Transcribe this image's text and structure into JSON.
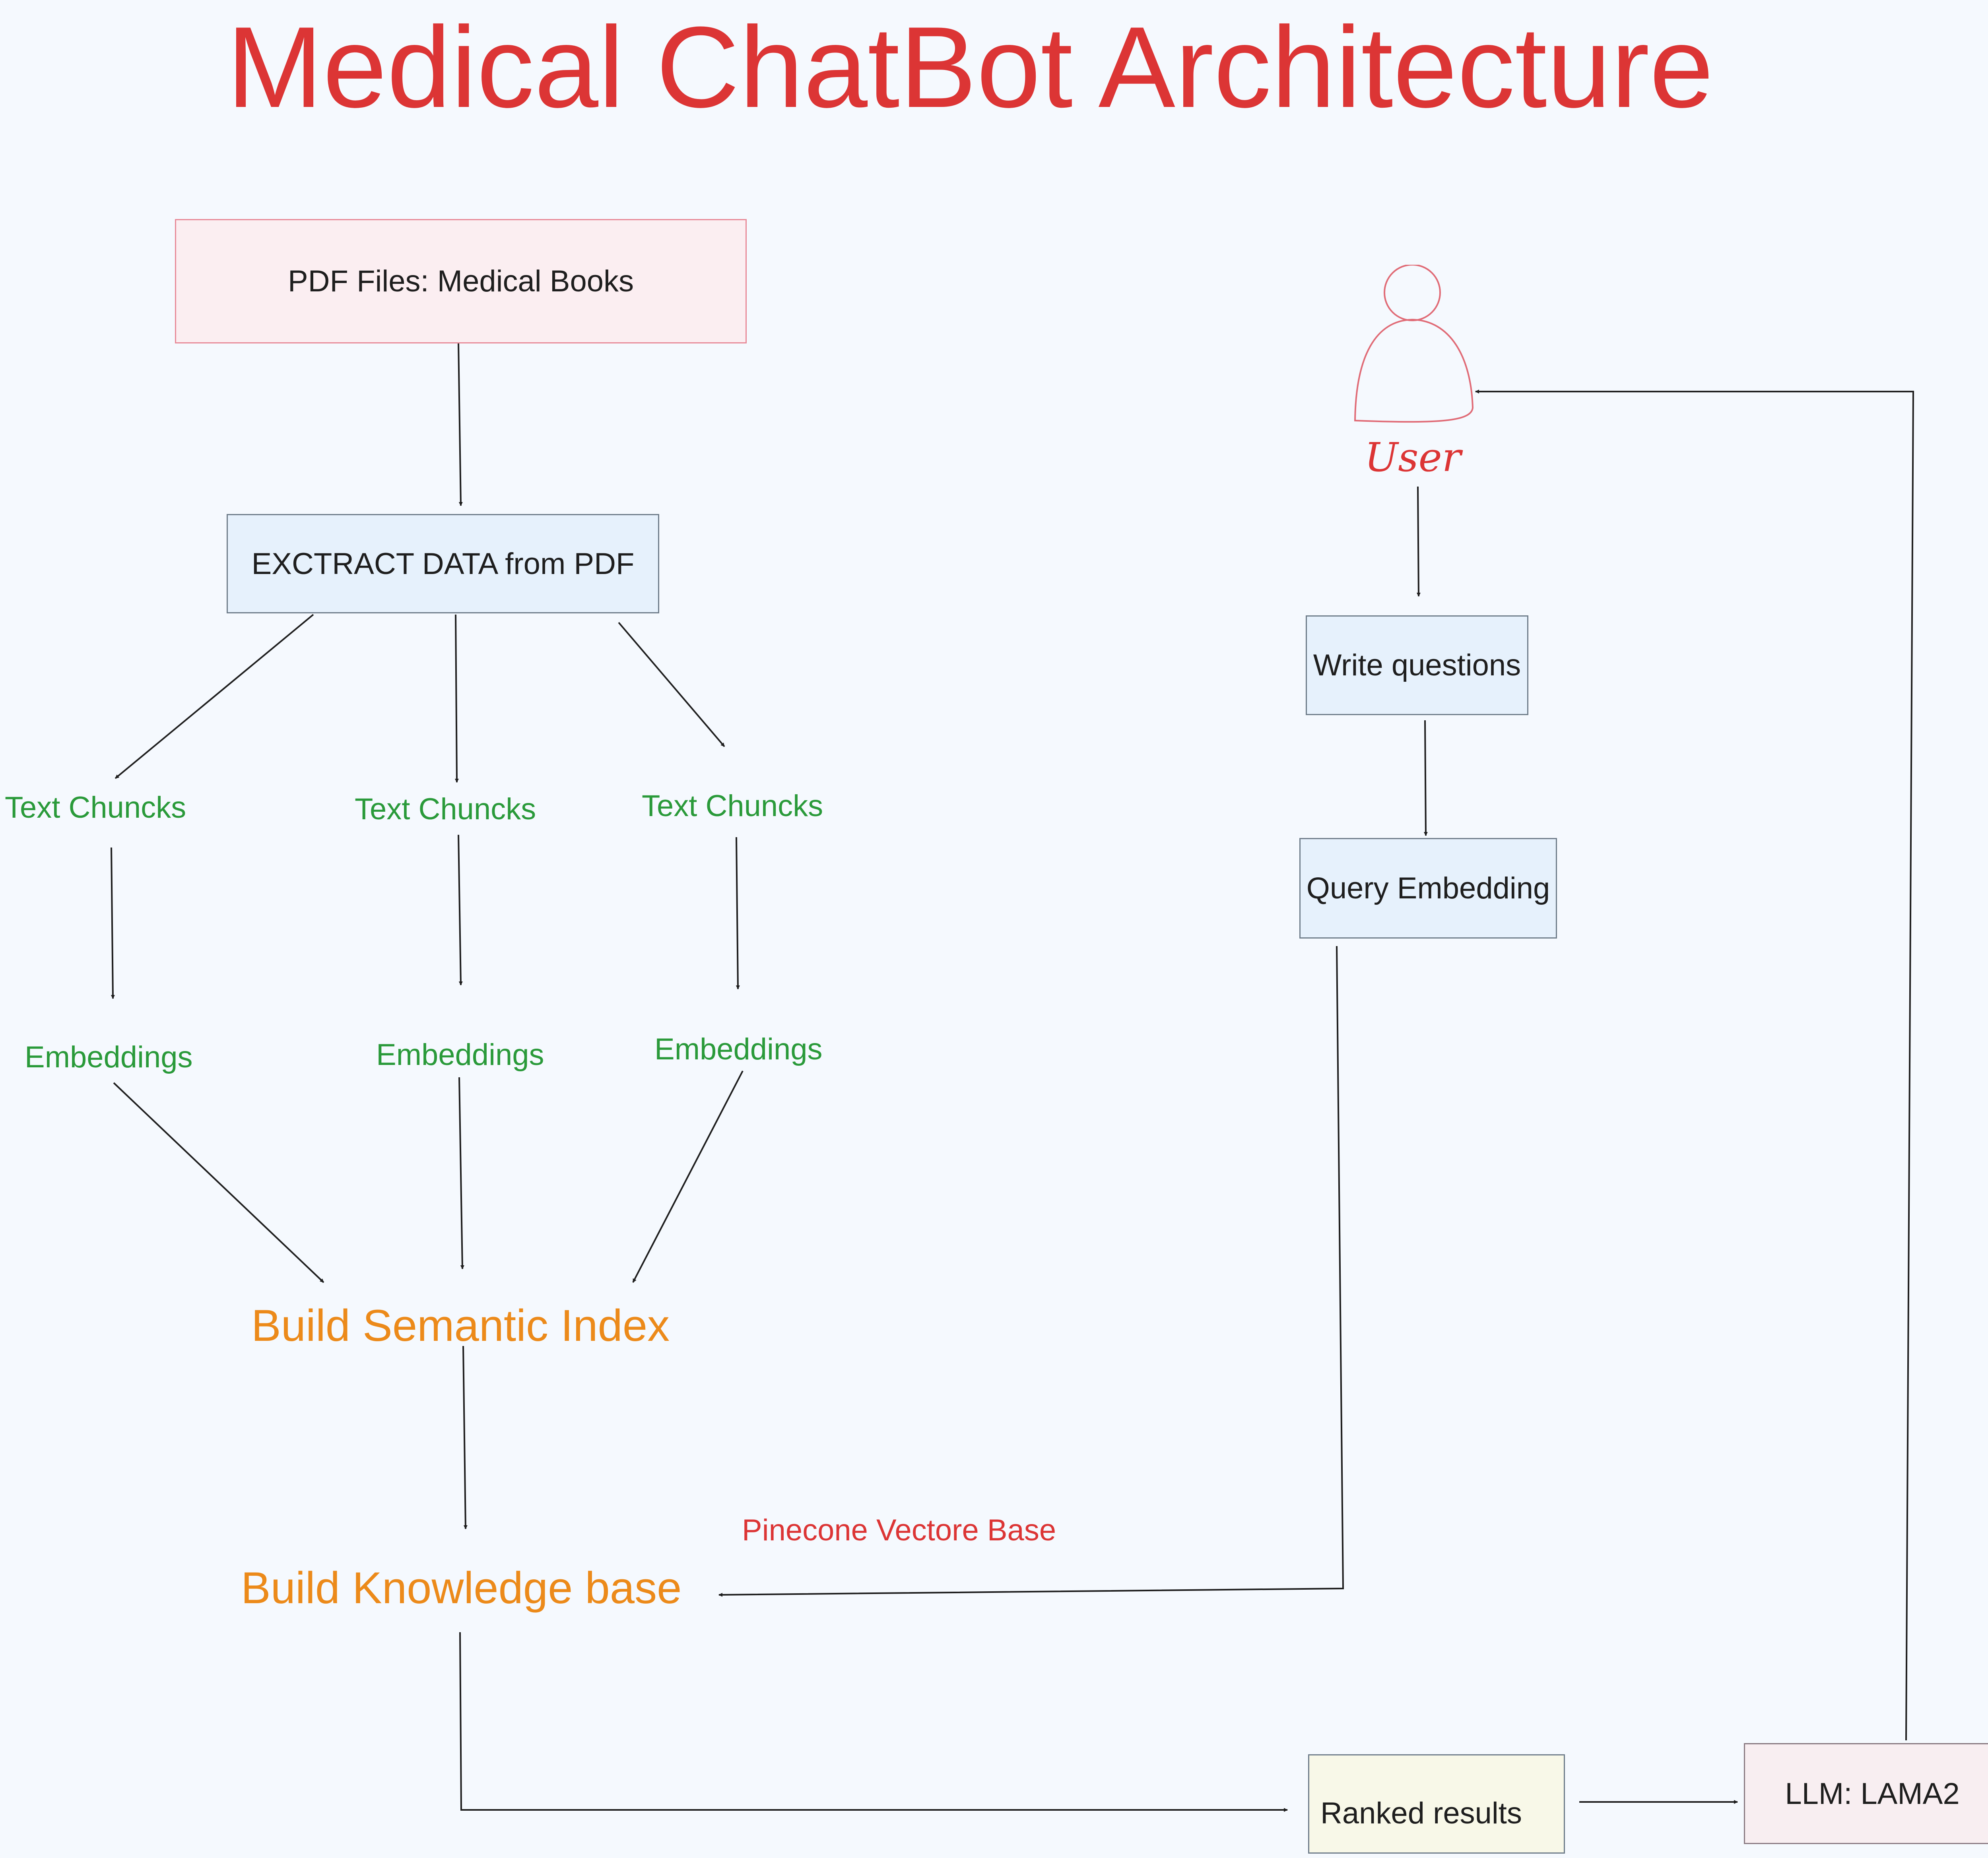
{
  "title": "Medical ChatBot Architecture",
  "nodes": {
    "pdf_files": "PDF Files: Medical Books",
    "extract": "EXCTRACT DATA from PDF",
    "chunks": [
      "Text Chuncks",
      "Text Chuncks",
      "Text Chuncks"
    ],
    "embeddings": [
      "Embeddings",
      "Embeddings",
      "Embeddings"
    ],
    "semantic_index": "Build Semantic Index",
    "knowledge_base": "Build Knowledge base",
    "vector_db_label": "Pinecone Vectore Base",
    "user": "User",
    "write_questions": "Write questions",
    "query_embedding": "Query Embedding",
    "ranked_results": "Ranked results",
    "llm": "LLM: LAMA2"
  },
  "colors": {
    "title": "#dc3535",
    "chunk_text": "#2a9a3a",
    "build_text": "#ec8a1a",
    "user": "#dc3535",
    "arrow": "#1e1e1e"
  }
}
